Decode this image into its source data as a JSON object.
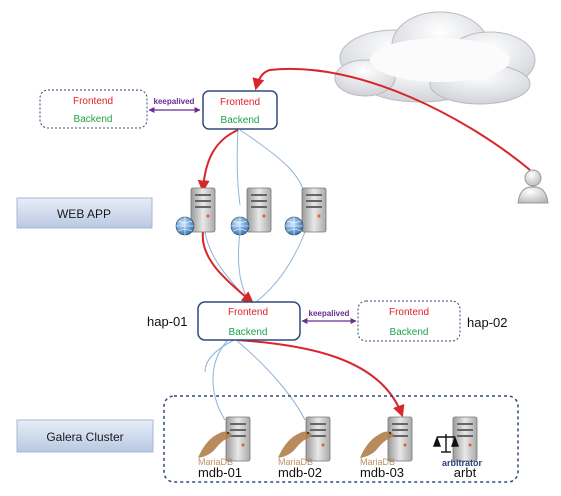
{
  "colors": {
    "frontend": "#e0202a",
    "backend": "#1fa34a",
    "keepalived": "#6b2c91",
    "link_red": "#d9262a",
    "link_blue": "#8fb3d6",
    "box_border": "#2e4a7a",
    "label_fill_top": "#dfe6f3",
    "label_fill_bottom": "#b9c8e3",
    "mariadb": "#b07d4a",
    "arbitrator": "#2a3f7a"
  },
  "top_tier": {
    "left_node": {
      "frontend": "Frontend",
      "backend": "Backend"
    },
    "right_node": {
      "frontend": "Frontend",
      "backend": "Backend"
    },
    "link_label": "keepalived"
  },
  "web_app": {
    "label": "WEB APP"
  },
  "haproxy": {
    "primary": {
      "name": "hap-01",
      "frontend": "Frontend",
      "backend": "Backend"
    },
    "secondary": {
      "name": "hap-02",
      "frontend": "Frontend",
      "backend": "Backend"
    },
    "link_label": "keepalived"
  },
  "galera": {
    "label": "Galera Cluster",
    "nodes": [
      {
        "name": "mdb-01",
        "logo_text": "MariaDB"
      },
      {
        "name": "mdb-02",
        "logo_text": "MariaDB"
      },
      {
        "name": "mdb-03",
        "logo_text": "MariaDB"
      }
    ],
    "arbitrator": {
      "name": "arbt",
      "logo_text": "arbitrator"
    }
  },
  "icons": {
    "cloud": "cloud-icon",
    "user": "user-icon",
    "web_server": "web-server-icon",
    "db_server": "database-server-icon",
    "arbitrator": "scales-icon"
  }
}
